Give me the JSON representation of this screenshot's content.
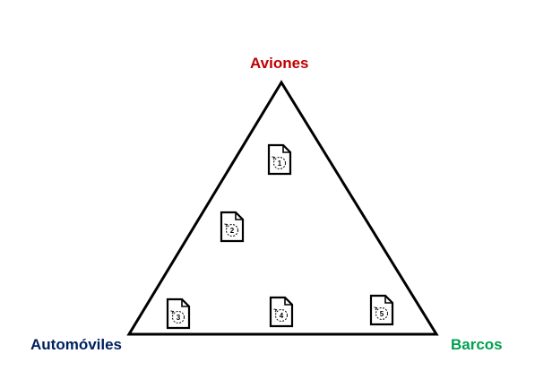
{
  "vertices": {
    "top": {
      "label": "Aviones",
      "color": "#C00000"
    },
    "left": {
      "label": "Automóviles",
      "color": "#002060"
    },
    "right": {
      "label": "Barcos",
      "color": "#00A050"
    }
  },
  "documents": [
    {
      "number": "1",
      "icon": "document-icon"
    },
    {
      "number": "2",
      "icon": "document-icon"
    },
    {
      "number": "3",
      "icon": "document-icon"
    },
    {
      "number": "4",
      "icon": "document-icon"
    },
    {
      "number": "5",
      "icon": "document-icon"
    }
  ],
  "colors": {
    "outline": "#000000",
    "background": "#ffffff"
  }
}
